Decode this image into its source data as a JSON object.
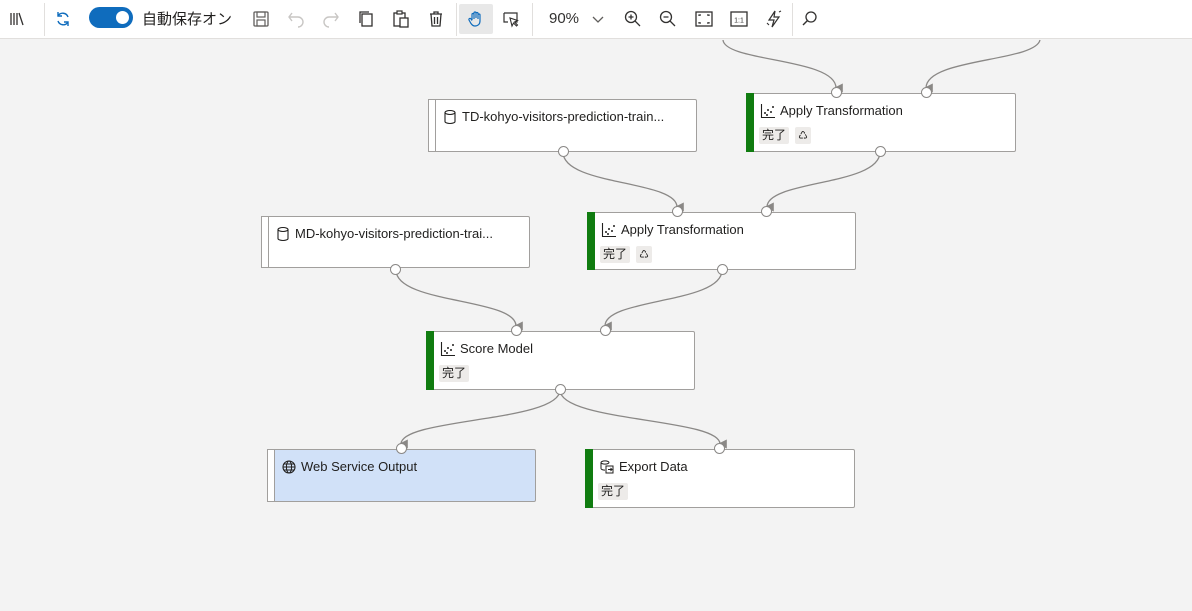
{
  "toolbar": {
    "autosave_label": "自動保存オン",
    "autosave_on": true,
    "zoom_level": "90%",
    "icons": [
      "library-icon",
      "refresh-icon",
      "save-icon",
      "undo-icon",
      "redo-icon",
      "copy-icon",
      "paste-icon",
      "delete-icon",
      "pan-hand-icon",
      "select-pointer-icon",
      "zoom-dropdown-chevron-icon",
      "zoom-in-icon",
      "zoom-out-icon",
      "fit-to-screen-icon",
      "actual-size-icon",
      "auto-layout-icon",
      "search-icon"
    ],
    "actual_size_label": "1:1"
  },
  "nodes": {
    "apply_transformation_top": {
      "title": "Apply Transformation",
      "status": "完了",
      "icon": "scatter-chart-icon",
      "reused": true
    },
    "td_dataset": {
      "title": "TD-kohyo-visitors-prediction-train...",
      "icon": "database-icon"
    },
    "apply_transformation_mid": {
      "title": "Apply Transformation",
      "status": "完了",
      "icon": "scatter-chart-icon",
      "reused": true
    },
    "md_dataset": {
      "title": "MD-kohyo-visitors-prediction-trai...",
      "icon": "database-icon"
    },
    "score_model": {
      "title": "Score Model",
      "status": "完了",
      "icon": "scatter-chart-icon"
    },
    "web_service_output": {
      "title": "Web Service Output",
      "icon": "globe-icon",
      "selected": true
    },
    "export_data": {
      "title": "Export Data",
      "status": "完了",
      "icon": "export-data-icon"
    }
  },
  "reuse_glyph": "♺",
  "colors": {
    "accent": "#0f6cbd",
    "done": "#107c10",
    "selected_fill": "#d1e1f8",
    "edge": "#8a8886"
  }
}
